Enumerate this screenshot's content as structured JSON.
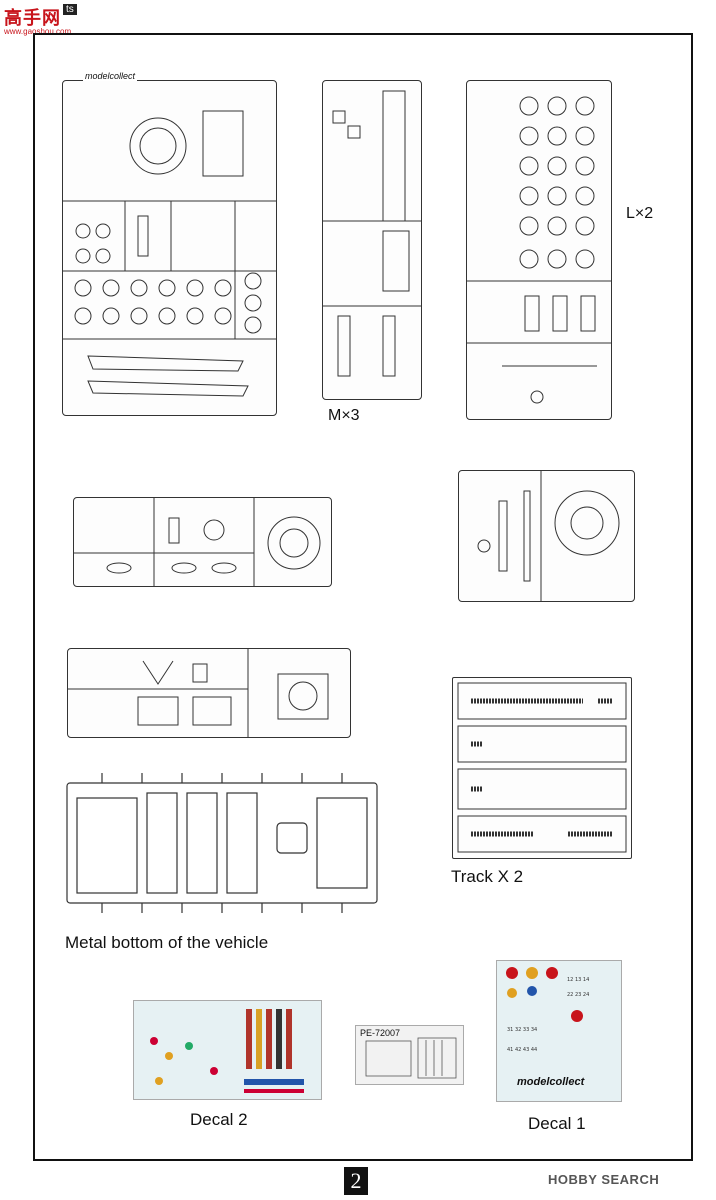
{
  "site_logo": {
    "main": "高手网",
    "badge": "ts",
    "url": "www.gaoshou.com"
  },
  "labels": {
    "sprue_m": "M×3",
    "sprue_l": "L×2",
    "track": "Track X 2",
    "metal_bottom": "Metal bottom of the vehicle",
    "decal_2": "Decal 2",
    "decal_1": "Decal 1"
  },
  "sprue_brand": "modelcollect",
  "pe_sheet_code": "PE-72007",
  "page_number": "2",
  "watermark": "HOBBY SEARCH",
  "colors": {
    "brand_red": "#c8141b",
    "line": "#333333",
    "decal_bg": "#e6f1f3"
  }
}
